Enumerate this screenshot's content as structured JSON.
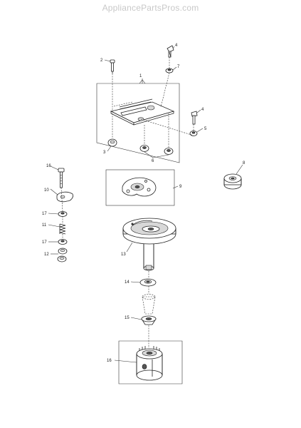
{
  "watermark": "AppliancePartsPros.com",
  "callouts": [
    "1",
    "2",
    "3",
    "4",
    "4",
    "5",
    "6",
    "7",
    "8",
    "9",
    "10",
    "11",
    "12",
    "13",
    "14",
    "15",
    "16",
    "16",
    "17",
    "17"
  ]
}
